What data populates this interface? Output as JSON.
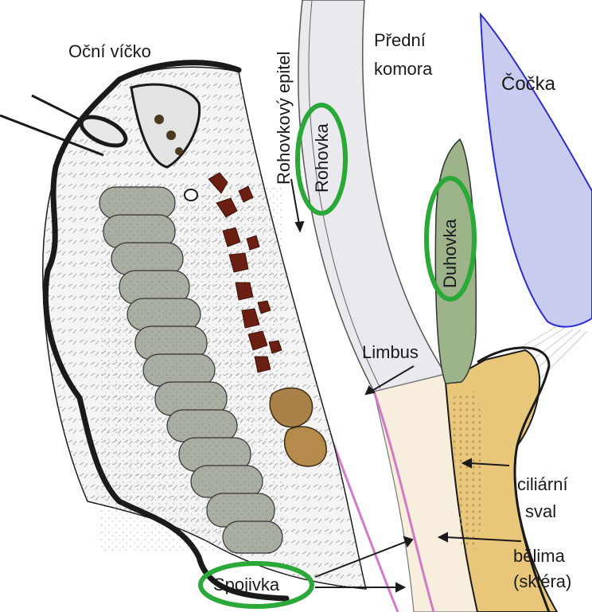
{
  "labels": {
    "eyelid": "Oční víčko",
    "corneal_epithelium": "Rohovkový epitel",
    "anterior_chamber_line1": "Přední",
    "anterior_chamber_line2": "komora",
    "lens": "Čočka",
    "cornea": "Rohovka",
    "iris": "Duhovka",
    "limbus": "Limbus",
    "ciliary_muscle_line1": "ciliární",
    "ciliary_muscle_line2": "sval",
    "sclera_line1": "bělima",
    "sclera_line2": "(skléra)",
    "conjunctiva": "Spojivka"
  },
  "colors": {
    "lens_fill": "#c8cdf0",
    "lens_edge": "#2b2bd6",
    "highlight_ring": "#2aa838",
    "iris_fill": "#9db38a",
    "ciliary_fill": "#e8c77a",
    "sclera_fill": "#f7eedd",
    "conjunctiva_line": "#d27ac8",
    "tarsal_gland": "#a9aea3",
    "pigment": "#6b1f12"
  }
}
